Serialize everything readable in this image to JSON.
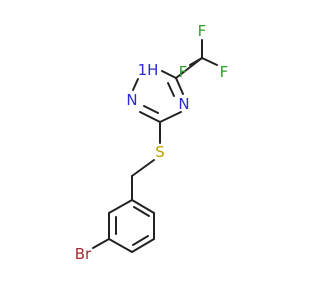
{
  "molecule": {
    "atoms": {
      "nh": "1H",
      "n2": "N",
      "n4": "N",
      "f_top": "F",
      "f_left": "F",
      "f_right": "F",
      "s": "S",
      "br": "Br"
    },
    "colors": {
      "bond": "#222222",
      "nitrogen": "#2b2bd6",
      "fluorine": "#2e9e2e",
      "sulfur": "#b8a300",
      "bromine": "#a52a2a"
    }
  }
}
